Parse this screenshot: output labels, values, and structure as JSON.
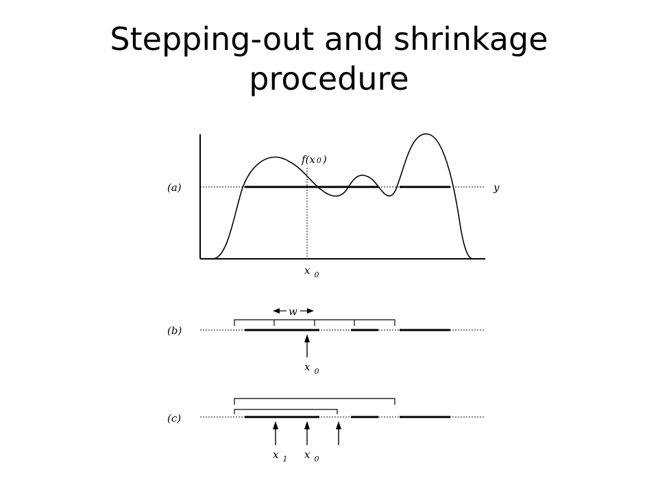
{
  "slide": {
    "title_line1": "Stepping-out and shrinkage",
    "title_line2": "procedure"
  },
  "panel_a": {
    "label": "(a)",
    "curve_point_label": "f(x",
    "curve_point_sub": "0",
    "curve_point_close": ")",
    "level_label": "y",
    "x_label": "x",
    "x_sub": "0"
  },
  "panel_b": {
    "label": "(b)",
    "width_label": "w",
    "x_label": "x",
    "x_sub": "0"
  },
  "panel_c": {
    "label": "(c)",
    "x1_label": "x",
    "x1_sub": "1",
    "x0_label": "x",
    "x0_sub": "0"
  },
  "colors": {
    "ink": "#000000",
    "background": "#ffffff"
  }
}
